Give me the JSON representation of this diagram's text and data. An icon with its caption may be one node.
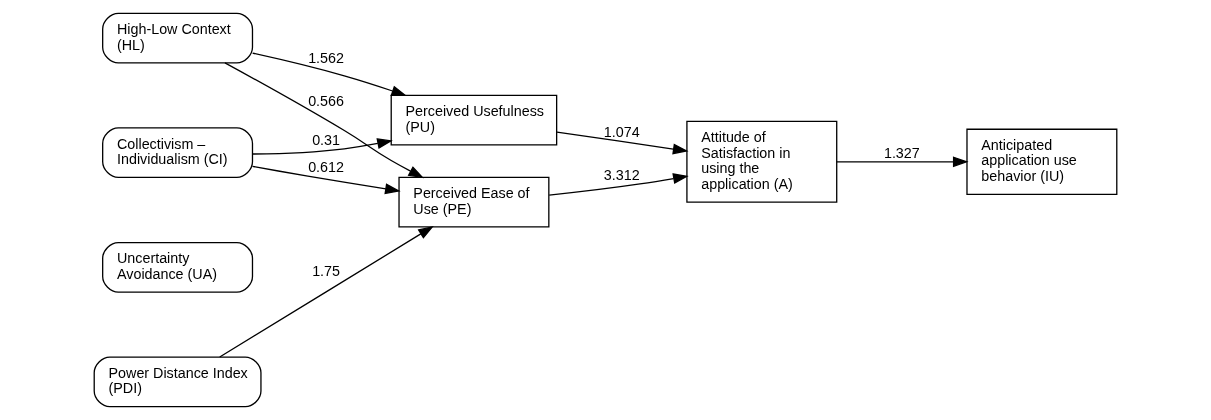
{
  "diagram": {
    "nodes": [
      {
        "text": [
          "High-Low Context (HL)"
        ]
      },
      {
        "text": [
          "Collectivism – Individualism (CI)"
        ]
      },
      {
        "text": [
          "Uncertainty Avoidance (UA)"
        ]
      },
      {
        "text": [
          "Power Distance Index (PDI)"
        ]
      },
      {
        "text": [
          "Perceived Usefulness (PU)"
        ]
      },
      {
        "text": [
          "Perceived Ease of Use (PE)"
        ]
      },
      {
        "text": [
          "Attitude of Satisfaction in using the application (A)"
        ]
      },
      {
        "text": [
          "Anticipated application use behavior (IU)"
        ]
      }
    ],
    "edges": [
      {
        "from": 0,
        "to": 4,
        "arrow": "to",
        "label": "1.562"
      },
      {
        "from": 0,
        "to": 5,
        "arrow": "to",
        "label": "0.566"
      },
      {
        "from": 1,
        "to": 4,
        "arrow": "to",
        "label": "0.31"
      },
      {
        "from": 1,
        "to": 5,
        "arrow": "to",
        "label": "0.612"
      },
      {
        "from": 3,
        "to": 5,
        "arrow": "to",
        "label": "1.75"
      },
      {
        "from": 4,
        "to": 6,
        "arrow": "to",
        "label": "1.074"
      },
      {
        "from": 5,
        "to": 6,
        "arrow": "to",
        "label": "3.312"
      },
      {
        "from": 6,
        "to": 7,
        "arrow": "to",
        "label": "1.327"
      }
    ]
  }
}
